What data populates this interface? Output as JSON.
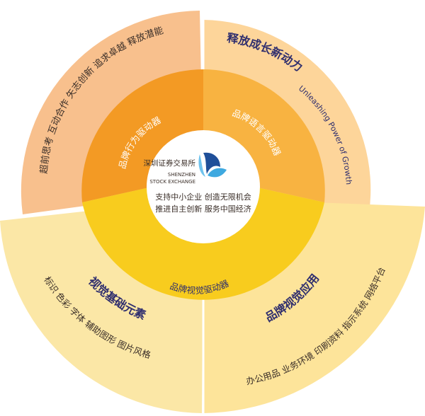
{
  "center": {
    "logo_line": "深圳证券交易所",
    "logo_en_line1": "SHENZHEN",
    "logo_en_line2": "STOCK EXCHANGE",
    "slogan_line1": "支持中小企业  创造无限机会",
    "slogan_line2": "推进自主创新  服务中国经济"
  },
  "drivers": {
    "behavior": "品牌行为驱动器",
    "language": "品牌语言驱动器",
    "visual": "品牌视觉驱动器"
  },
  "outer_top_left": {
    "items": [
      "超前思考",
      "互动合作",
      "矢志创新",
      "追求卓越",
      "释放潜能"
    ]
  },
  "outer_top_right": {
    "title": "释放成长新动力",
    "subtitle": "Unleashing Power of Growth"
  },
  "outer_bottom_left": {
    "title": "视觉基础元素",
    "items": [
      "标识",
      "色彩",
      "字体",
      "辅助图形",
      "图片风格"
    ]
  },
  "outer_bottom_right": {
    "title": "品牌视觉应用",
    "items": [
      "办公用品",
      "业务环境",
      "印刷资料",
      "指示系统",
      "网络平台"
    ]
  },
  "colors": {
    "outer_top_left": "#F8C08D",
    "outer_top_right": "#FDD59A",
    "outer_bottom_left": "#FBE7A6",
    "outer_bottom_right": "#FDE49A",
    "inner_behavior": "#F39A24",
    "inner_language": "#F8B341",
    "inner_visual": "#F8CC1E",
    "center": "#FFFFFF",
    "text_light": "#FFFFFF",
    "text_dark": "#2F2E6E",
    "text_brown": "#3A2E28",
    "logo_blue": "#1F4F99"
  }
}
